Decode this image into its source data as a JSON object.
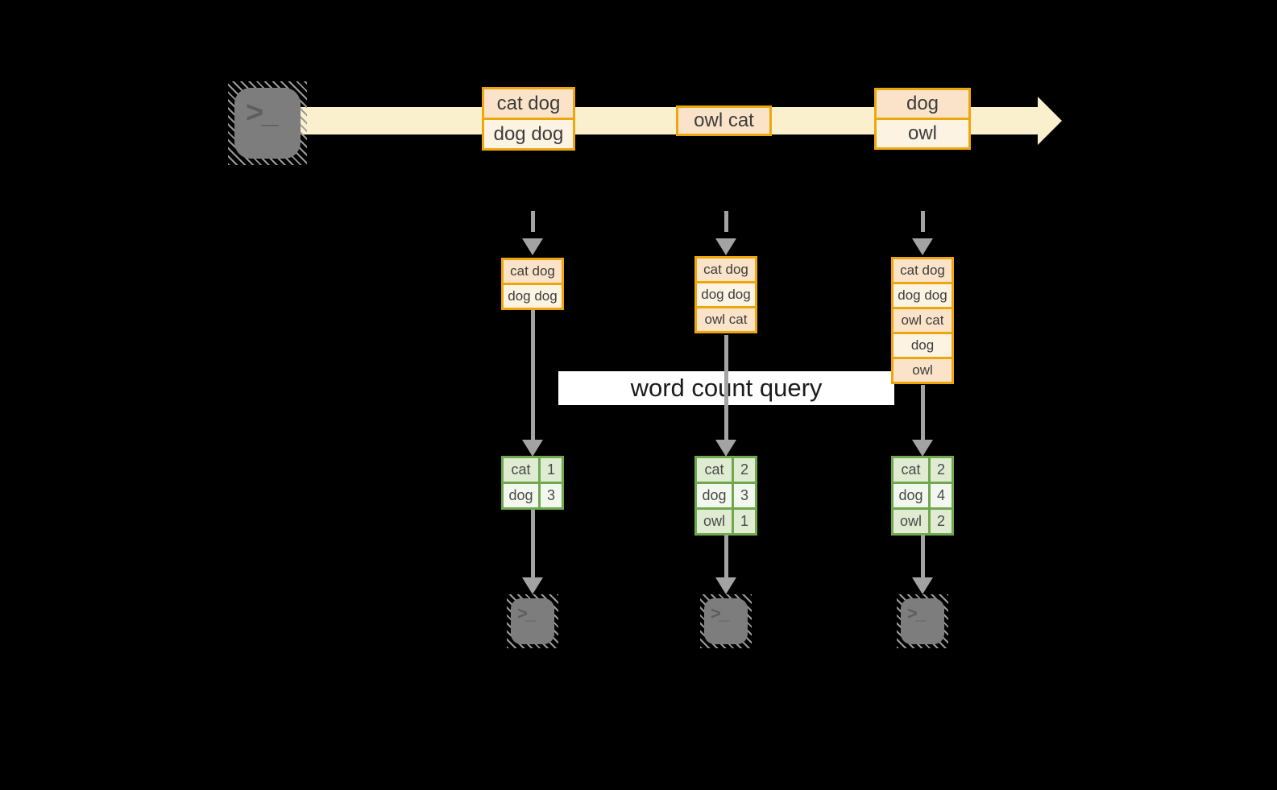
{
  "query_label": "word count query",
  "icons": {
    "terminal_prompt": ">_"
  },
  "colors": {
    "background": "#000000",
    "stream_band": "#fbf0cd",
    "event_border": "#eda70d",
    "cell_peach": "#fae3c8",
    "cell_cream": "#fdf3e3",
    "table_border": "#70a850",
    "cell_green": "#dfecd2",
    "cell_green_light": "#f3f8ef",
    "arrow_gray": "#a3a3a3",
    "terminal_gray": "#7d7d7d",
    "query_box": "#ffffff"
  },
  "stream": {
    "events": [
      {
        "rows": [
          "cat dog",
          "dog dog"
        ]
      },
      {
        "rows": [
          "owl cat"
        ]
      },
      {
        "rows": [
          "dog",
          "owl"
        ]
      }
    ]
  },
  "columns": [
    {
      "state_rows": [
        "cat dog",
        "dog dog"
      ],
      "counts": [
        {
          "word": "cat",
          "count": "1"
        },
        {
          "word": "dog",
          "count": "3"
        }
      ]
    },
    {
      "state_rows": [
        "cat dog",
        "dog dog",
        "owl cat"
      ],
      "counts": [
        {
          "word": "cat",
          "count": "2"
        },
        {
          "word": "dog",
          "count": "3"
        },
        {
          "word": "owl",
          "count": "1"
        }
      ]
    },
    {
      "state_rows": [
        "cat dog",
        "dog dog",
        "owl cat",
        "dog",
        "owl"
      ],
      "counts": [
        {
          "word": "cat",
          "count": "2"
        },
        {
          "word": "dog",
          "count": "4"
        },
        {
          "word": "owl",
          "count": "2"
        }
      ]
    }
  ]
}
